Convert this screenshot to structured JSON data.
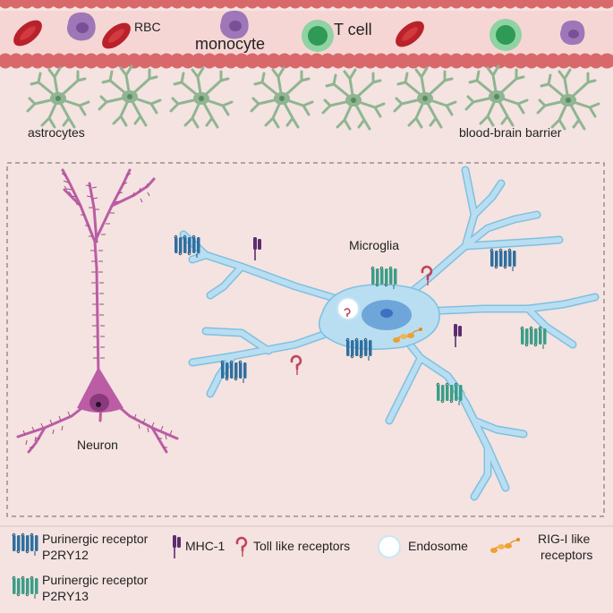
{
  "vessel": {
    "rbc_label": "RBC",
    "monocyte_label": "monocyte",
    "tcell_label": "T cell"
  },
  "bbb": {
    "astrocytes_label": "astrocytes",
    "barrier_label": "blood-brain barrier"
  },
  "cells": {
    "neuron_label": "Neuron",
    "microglia_label": "Microglia"
  },
  "legend": {
    "p2ry12_line1": "Purinergic receptor",
    "p2ry12_line2": "P2RY12",
    "mhc1": "MHC-1",
    "tlr": "Toll like receptors",
    "endosome": "Endosome",
    "rig_line1": "RIG-I like",
    "rig_line2": "receptors",
    "p2ry13_line1": "Purinergic receptor",
    "p2ry13_line2": "P2RY13"
  },
  "colors": {
    "background": "#f4e3e0",
    "vessel_wall": "#d9686b",
    "vessel_lumen": "#f6d6d4",
    "rbc": "#b9222a",
    "monocyte": "#9d77b8",
    "tcell": "#5cbf7c",
    "astrocyte": "#8fb592",
    "neuron": "#bb5da4",
    "microglia": "#b9def1",
    "microglia_outline": "#7ec0e2",
    "p2ry12": "#2f6f9f",
    "p2ry13": "#3b9d88",
    "mhc1": "#5c2d6e",
    "tlr": "#c0455c",
    "rig": "#f0a030"
  }
}
